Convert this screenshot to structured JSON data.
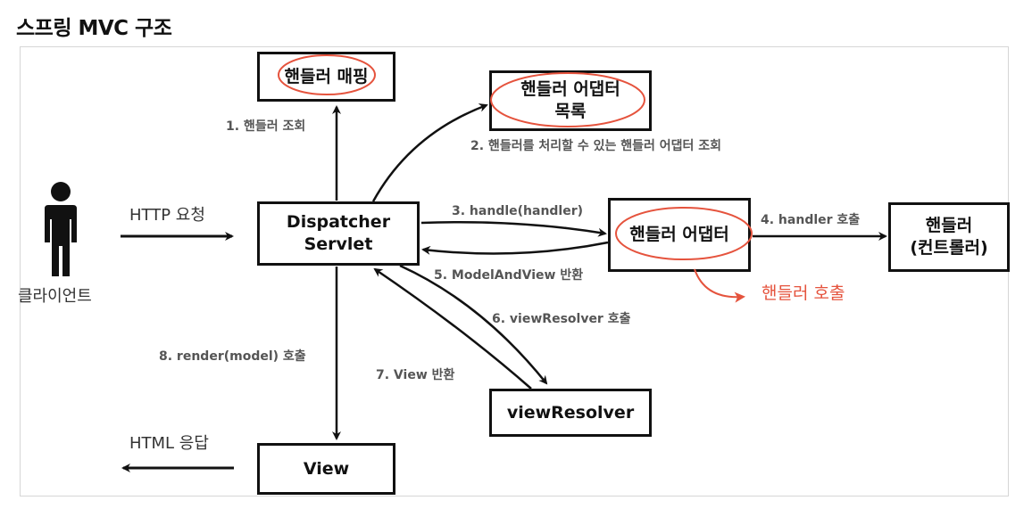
{
  "title": "스프링 MVC 구조",
  "boxes": {
    "handler_mapping": "핸들러 매핑",
    "adapter_list": [
      "핸들러 어댑터",
      "목록"
    ],
    "dispatcher": [
      "Dispatcher",
      "Servlet"
    ],
    "handler_adapter": "핸들러 어댑터",
    "handler": [
      "핸들러",
      "(컨트롤러)"
    ],
    "view_resolver": "viewResolver",
    "view": "View"
  },
  "client": {
    "label": "클라이언트"
  },
  "labels": {
    "step1": "1. 핸들러 조회",
    "step2": "2. 핸들러를 처리할 수 있는 핸들러 어댑터 조회",
    "step3": "3. handle(handler)",
    "step4": "4. handler 호출",
    "step5": "5. ModelAndView 반환",
    "step6": "6. viewResolver 호출",
    "step7": "7. View 반환",
    "step8": "8. render(model) 호출",
    "http_request": "HTTP 요청",
    "html_response": "HTML 응답",
    "red_note": "핸들러 호출"
  },
  "colors": {
    "accent_red": "#e5533d",
    "ink": "#111111",
    "label_gray": "#555555"
  }
}
